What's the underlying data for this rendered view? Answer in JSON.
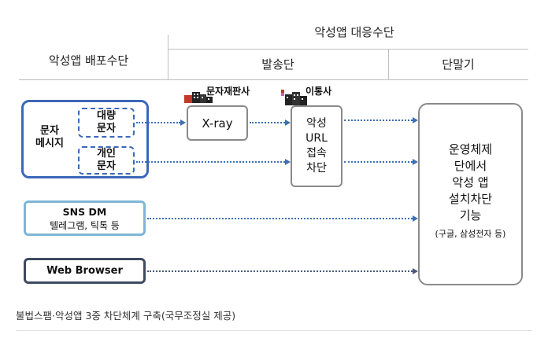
{
  "header": {
    "response_title": "악성앱 대응수단",
    "distribution_title": "악성앱 배포수단",
    "sending_title": "발송단",
    "terminal_title": "단말기"
  },
  "sources": {
    "sms_group_label": "문자\n메시지",
    "bulk_sms": "대량\n문자",
    "personal_sms": "개인\n문자",
    "sns_title": "SNS DM",
    "sns_sub": "텔레그램, 틱톡 등",
    "web": "Web Browser"
  },
  "sending": {
    "reseller_label": "문자재판사",
    "xray": "X-ray",
    "carrier_label": "이통사",
    "block_url": "악성\nURL\n접속\n차단"
  },
  "terminal": {
    "os_block": "운영체제\n단에서\n악성 앱\n설치차단\n기능",
    "os_note": "(구글, 삼성전자 등)"
  },
  "caption": "불법스팸·악성앱 3중 차단체계 구축(국무조정실 제공)",
  "colors": {
    "blue_border": "#3b68b8",
    "light_blue_border": "#7fb5d8",
    "dark_border": "#3e4a60",
    "arrow": "#3d6fb3"
  }
}
